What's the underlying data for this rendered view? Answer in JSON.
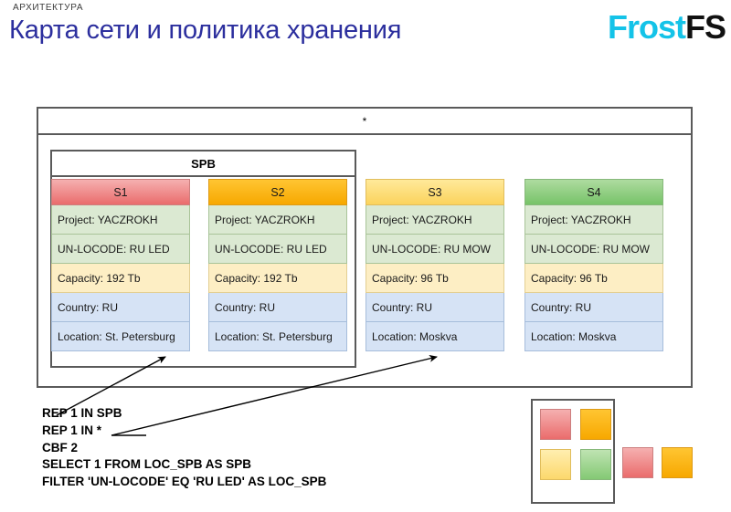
{
  "header": {
    "kicker": "АРХИТЕКТУРА",
    "title": "Карта сети и политика хранения",
    "logo_primary": "Frost",
    "logo_secondary": "FS",
    "logo_primary_color": "#14c3e8",
    "logo_secondary_color": "#111111",
    "title_color": "#2c2f9e"
  },
  "diagram": {
    "outer_label": "*",
    "group_label": "SPB",
    "row_labels": [
      "Project",
      "UN-LOCODE",
      "Capacity",
      "Country",
      "Location"
    ],
    "nodes": [
      {
        "name": "S1",
        "header_color": "#ea6c6c",
        "project": "Project: YACZROKH",
        "unlocode": "UN-LOCODE: RU LED",
        "capacity": "Capacity: 192 Tb",
        "country": "Country: RU",
        "location": "Location: St. Petersburg"
      },
      {
        "name": "S2",
        "header_color": "#f7a800",
        "project": "Project: YACZROKH",
        "unlocode": "UN-LOCODE: RU LED",
        "capacity": "Capacity: 192 Tb",
        "country": "Country: RU",
        "location": "Location: St. Petersburg"
      },
      {
        "name": "S3",
        "header_color": "#fbd35c",
        "project": "Project: YACZROKH",
        "unlocode": "UN-LOCODE: RU MOW",
        "capacity": "Capacity: 96 Tb",
        "country": "Country: RU",
        "location": "Location: Moskva"
      },
      {
        "name": "S4",
        "header_color": "#77c368",
        "project": "Project: YACZROKH",
        "unlocode": "UN-LOCODE: RU MOW",
        "capacity": "Capacity: 96 Tb",
        "country": "Country: RU",
        "location": "Location: Moskva"
      }
    ]
  },
  "policy": {
    "lines": [
      "REP 1 IN SPB",
      "REP 1 IN *",
      "CBF 2",
      "SELECT 1 FROM LOC_SPB AS SPB",
      "FILTER 'UN-LOCODE' EQ 'RU LED' AS LOC_SPB"
    ],
    "line1": "REP 1 IN SPB",
    "line2": "REP 1 IN *",
    "line3": "CBF 2",
    "line4": "SELECT 1 FROM LOC_SPB AS SPB",
    "line5": "FILTER 'UN-LOCODE' EQ 'RU LED' AS LOC_SPB"
  },
  "legend": {
    "swatches_in_box": [
      "#ea6c6c",
      "#f7a800",
      "#fcd86c",
      "#84c974"
    ],
    "swatches_outside": [
      "#ea6c6c",
      "#f7a800"
    ]
  }
}
